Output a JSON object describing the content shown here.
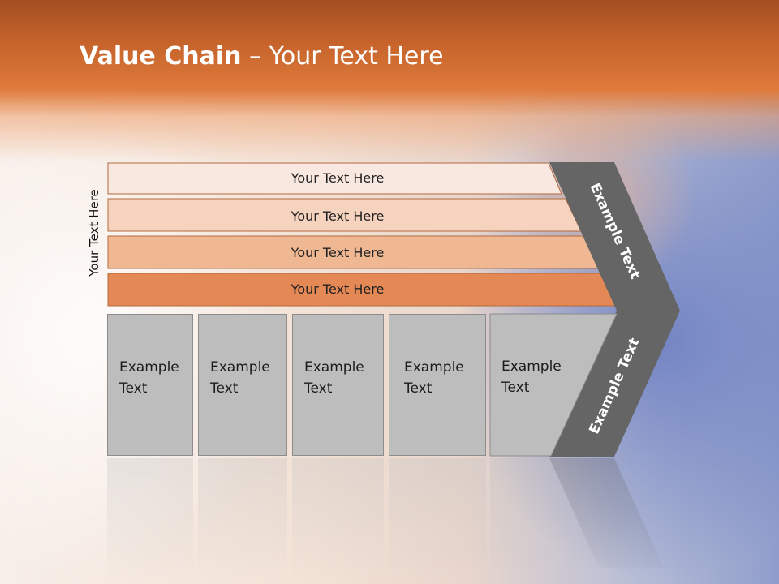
{
  "slide": {
    "title_bold": "Value Chain",
    "title_rest": " – Your Text Here",
    "side_label": "Your Text Here"
  },
  "bars": [
    {
      "label": "Your Text Here",
      "color": "#f9e8df"
    },
    {
      "label": "Your Text Here",
      "color": "#f5d3bf"
    },
    {
      "label": "Your Text Here",
      "color": "#efb893"
    },
    {
      "label": "Your Text Here",
      "color": "#e48855"
    }
  ],
  "chevron": {
    "upper_label": "Example Text",
    "lower_label": "Example Text",
    "color": "#656565"
  },
  "boxes": [
    {
      "line1": "Example",
      "line2": "Text"
    },
    {
      "line1": "Example",
      "line2": "Text"
    },
    {
      "line1": "Example",
      "line2": "Text"
    },
    {
      "line1": "Example",
      "line2": "Text"
    },
    {
      "line1": "Example",
      "line2": "Text"
    }
  ],
  "colors": {
    "header": "#d8712f",
    "box_fill": "#bdbdbd",
    "box_border": "#8c8c8c"
  }
}
